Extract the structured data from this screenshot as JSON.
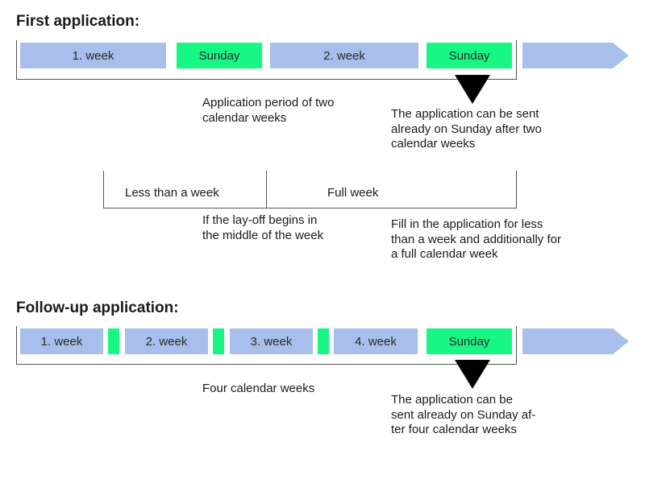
{
  "first": {
    "title": "First application:",
    "boxes": [
      "1. week",
      "Sunday",
      "2. week",
      "Sunday"
    ],
    "period_text": "Application period of two calendar weeks",
    "sunday_text": "The application can be sent already on Sunday after two calendar weeks",
    "split_labels": [
      "Less than a week",
      "Full week"
    ],
    "midweek_text": "If the lay-off begins in the middle of the week",
    "fill_text": "Fill in the application for less than a week and additionally for a full calendar week"
  },
  "followup": {
    "title": "Follow-up application:",
    "boxes": [
      "1. week",
      "2. week",
      "3. week",
      "4. week",
      "Sunday"
    ],
    "period_text": "Four calendar weeks",
    "sunday_text_lines": [
      "The application can be",
      "sent already on Sunday af-",
      "ter four calendar weeks"
    ]
  },
  "colors": {
    "week": "#a7bfea",
    "sunday": "#17f784",
    "arrow": "#a7bfea",
    "marker": "#000000"
  }
}
